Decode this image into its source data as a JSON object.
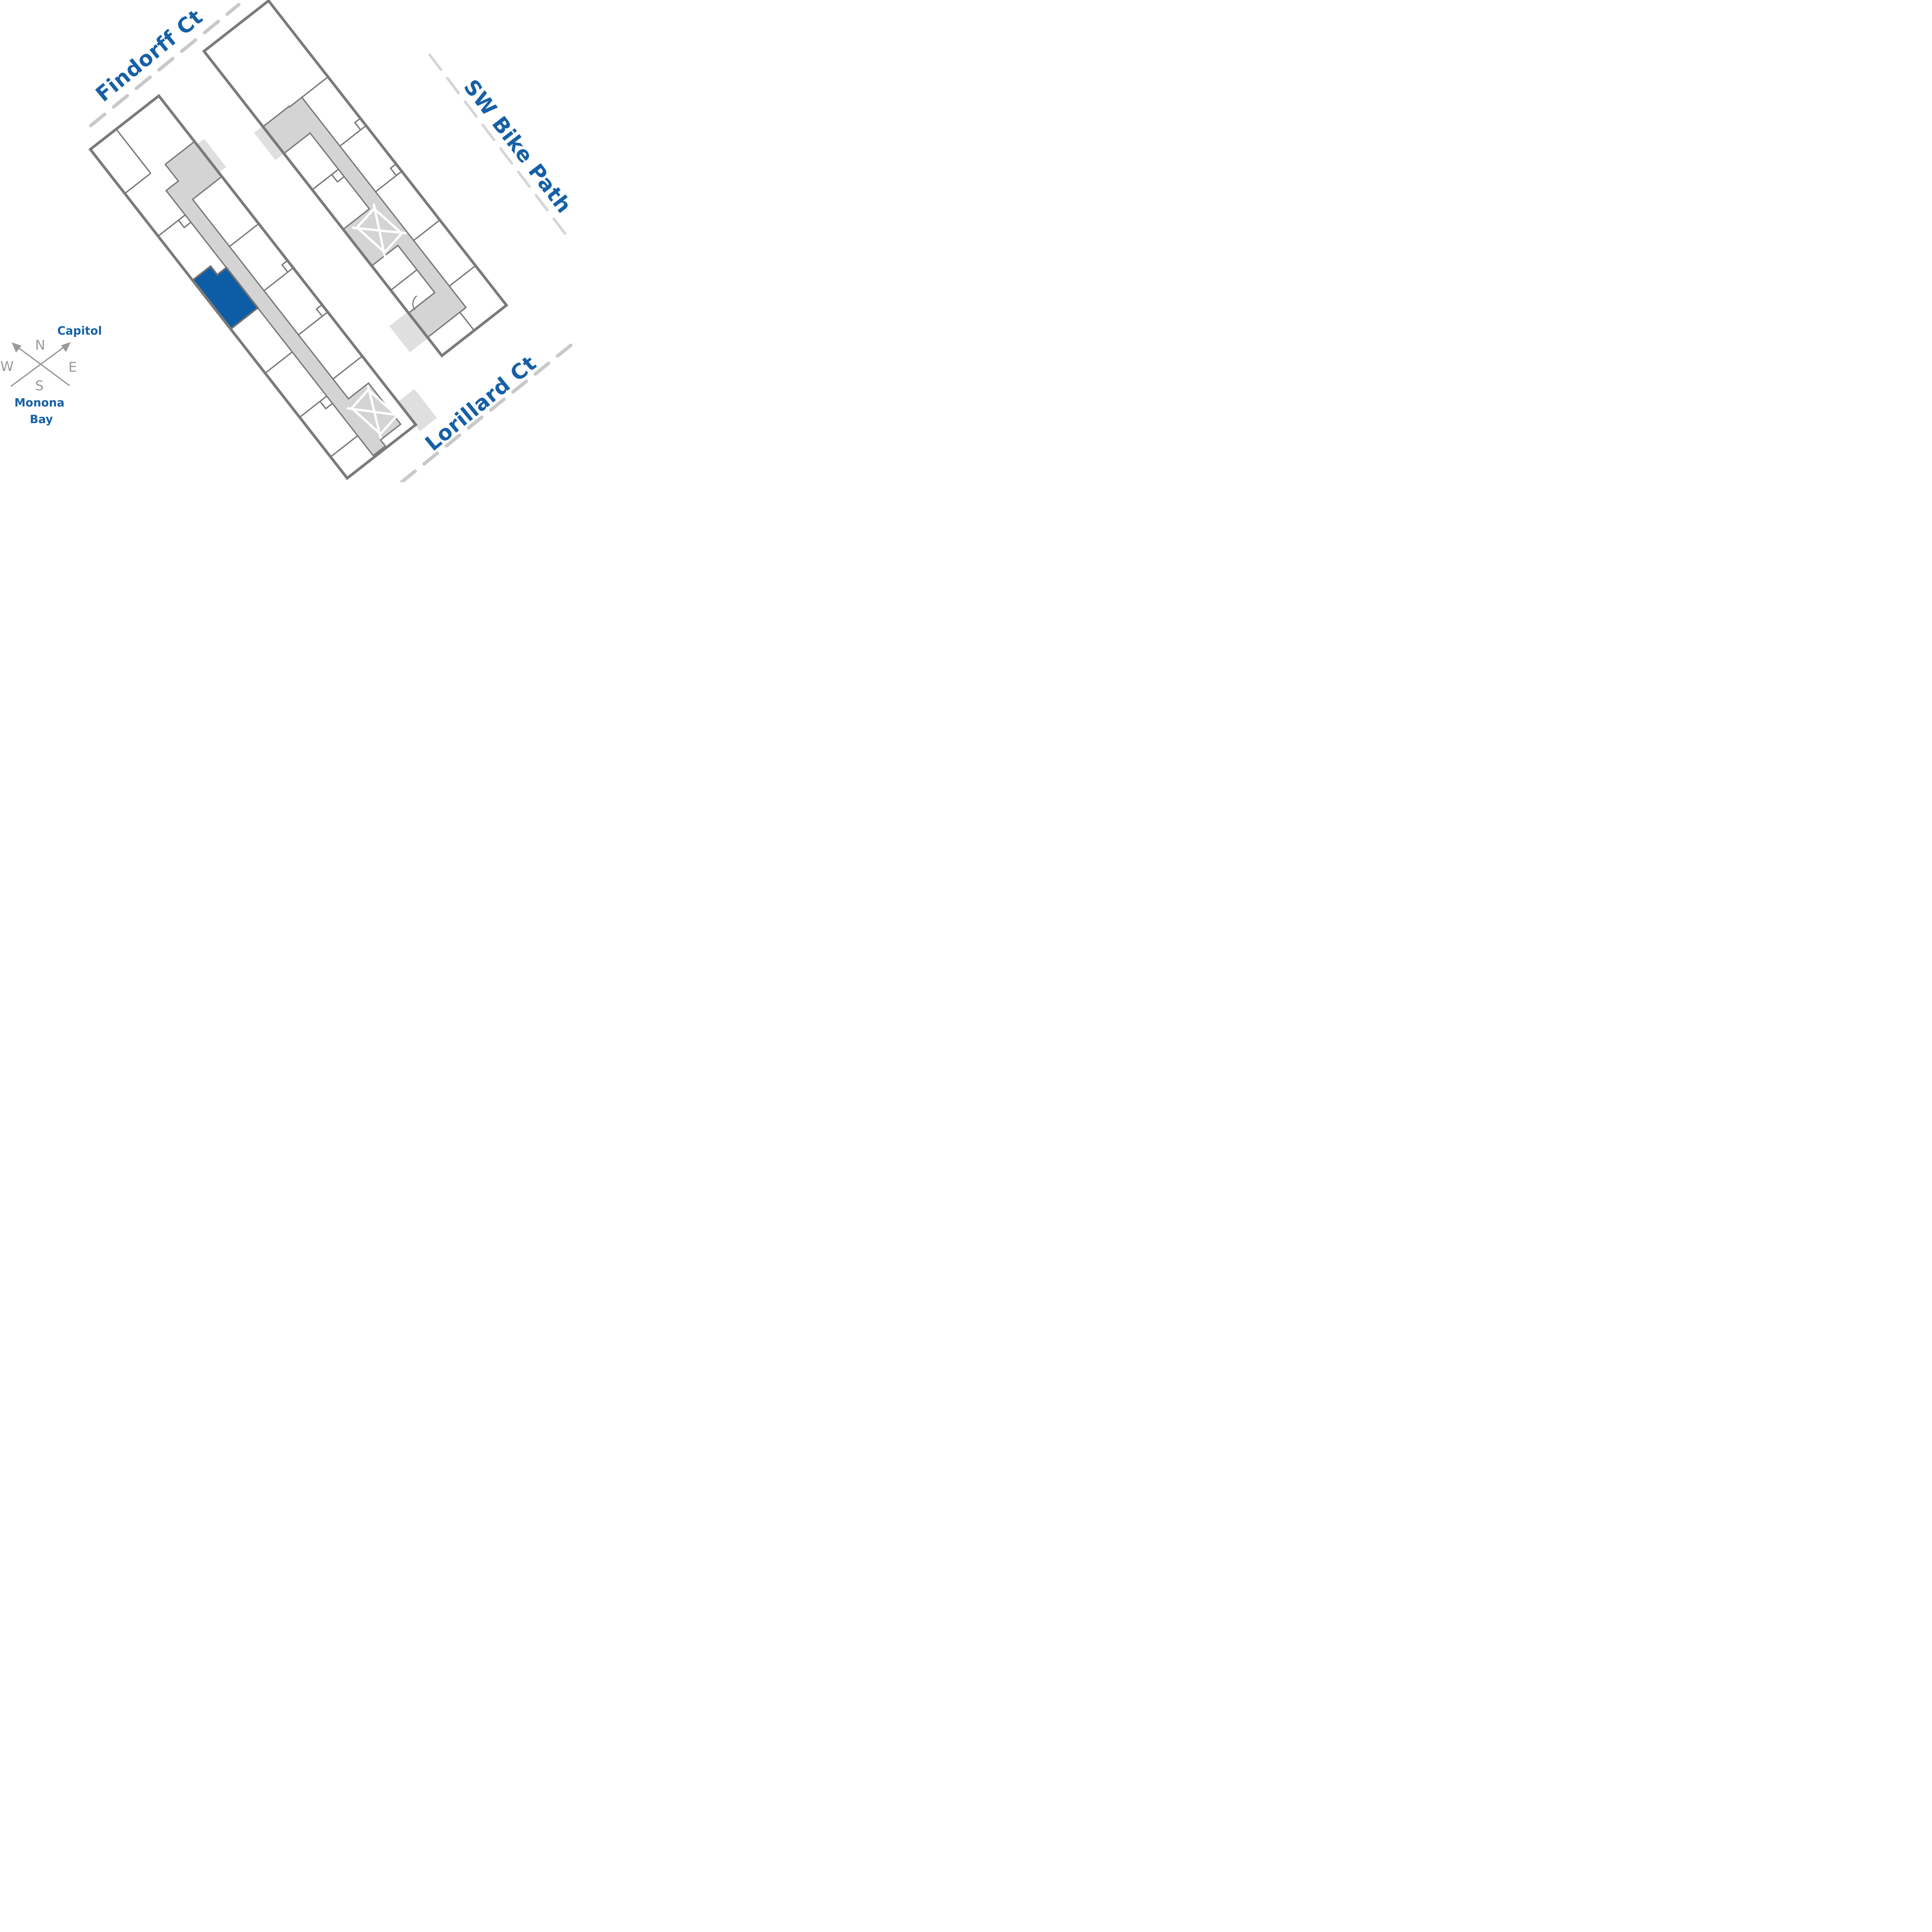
{
  "map": {
    "streets": {
      "findorff": {
        "label": "Findorff Ct"
      },
      "bike_path": {
        "label": "SW Bike Path"
      },
      "lorillard": {
        "label": "Lorillard Ct"
      }
    },
    "landmarks": {
      "capitol": {
        "label": "Capitol"
      },
      "monona_bay": {
        "line1": "Monona",
        "line2": "Bay"
      }
    },
    "compass": {
      "north": "N",
      "east": "E",
      "south": "S",
      "west": "W"
    },
    "buildings": {
      "west": {
        "id": "west-building",
        "highlighted_units": 1
      },
      "east": {
        "id": "east-building",
        "highlighted_units": 0
      }
    },
    "selected_unit": {
      "building": "west-building",
      "status": "highlighted"
    },
    "icons": {
      "elevator_west": "elevator-x-icon",
      "elevator_east": "elevator-x-icon",
      "compass": "compass-rose-icon"
    },
    "colors": {
      "accent_blue": "#0d5ca6",
      "street_label_blue": "#1660a7",
      "wall_gray": "#7a7a7a",
      "corridor_gray": "#d4d4d4",
      "exterior_stub_gray": "#dfdfdf",
      "dash_gray": "#c9c9c9",
      "dash_light_gray": "#d6d6d6",
      "compass_gray": "#9a9a9a"
    }
  }
}
